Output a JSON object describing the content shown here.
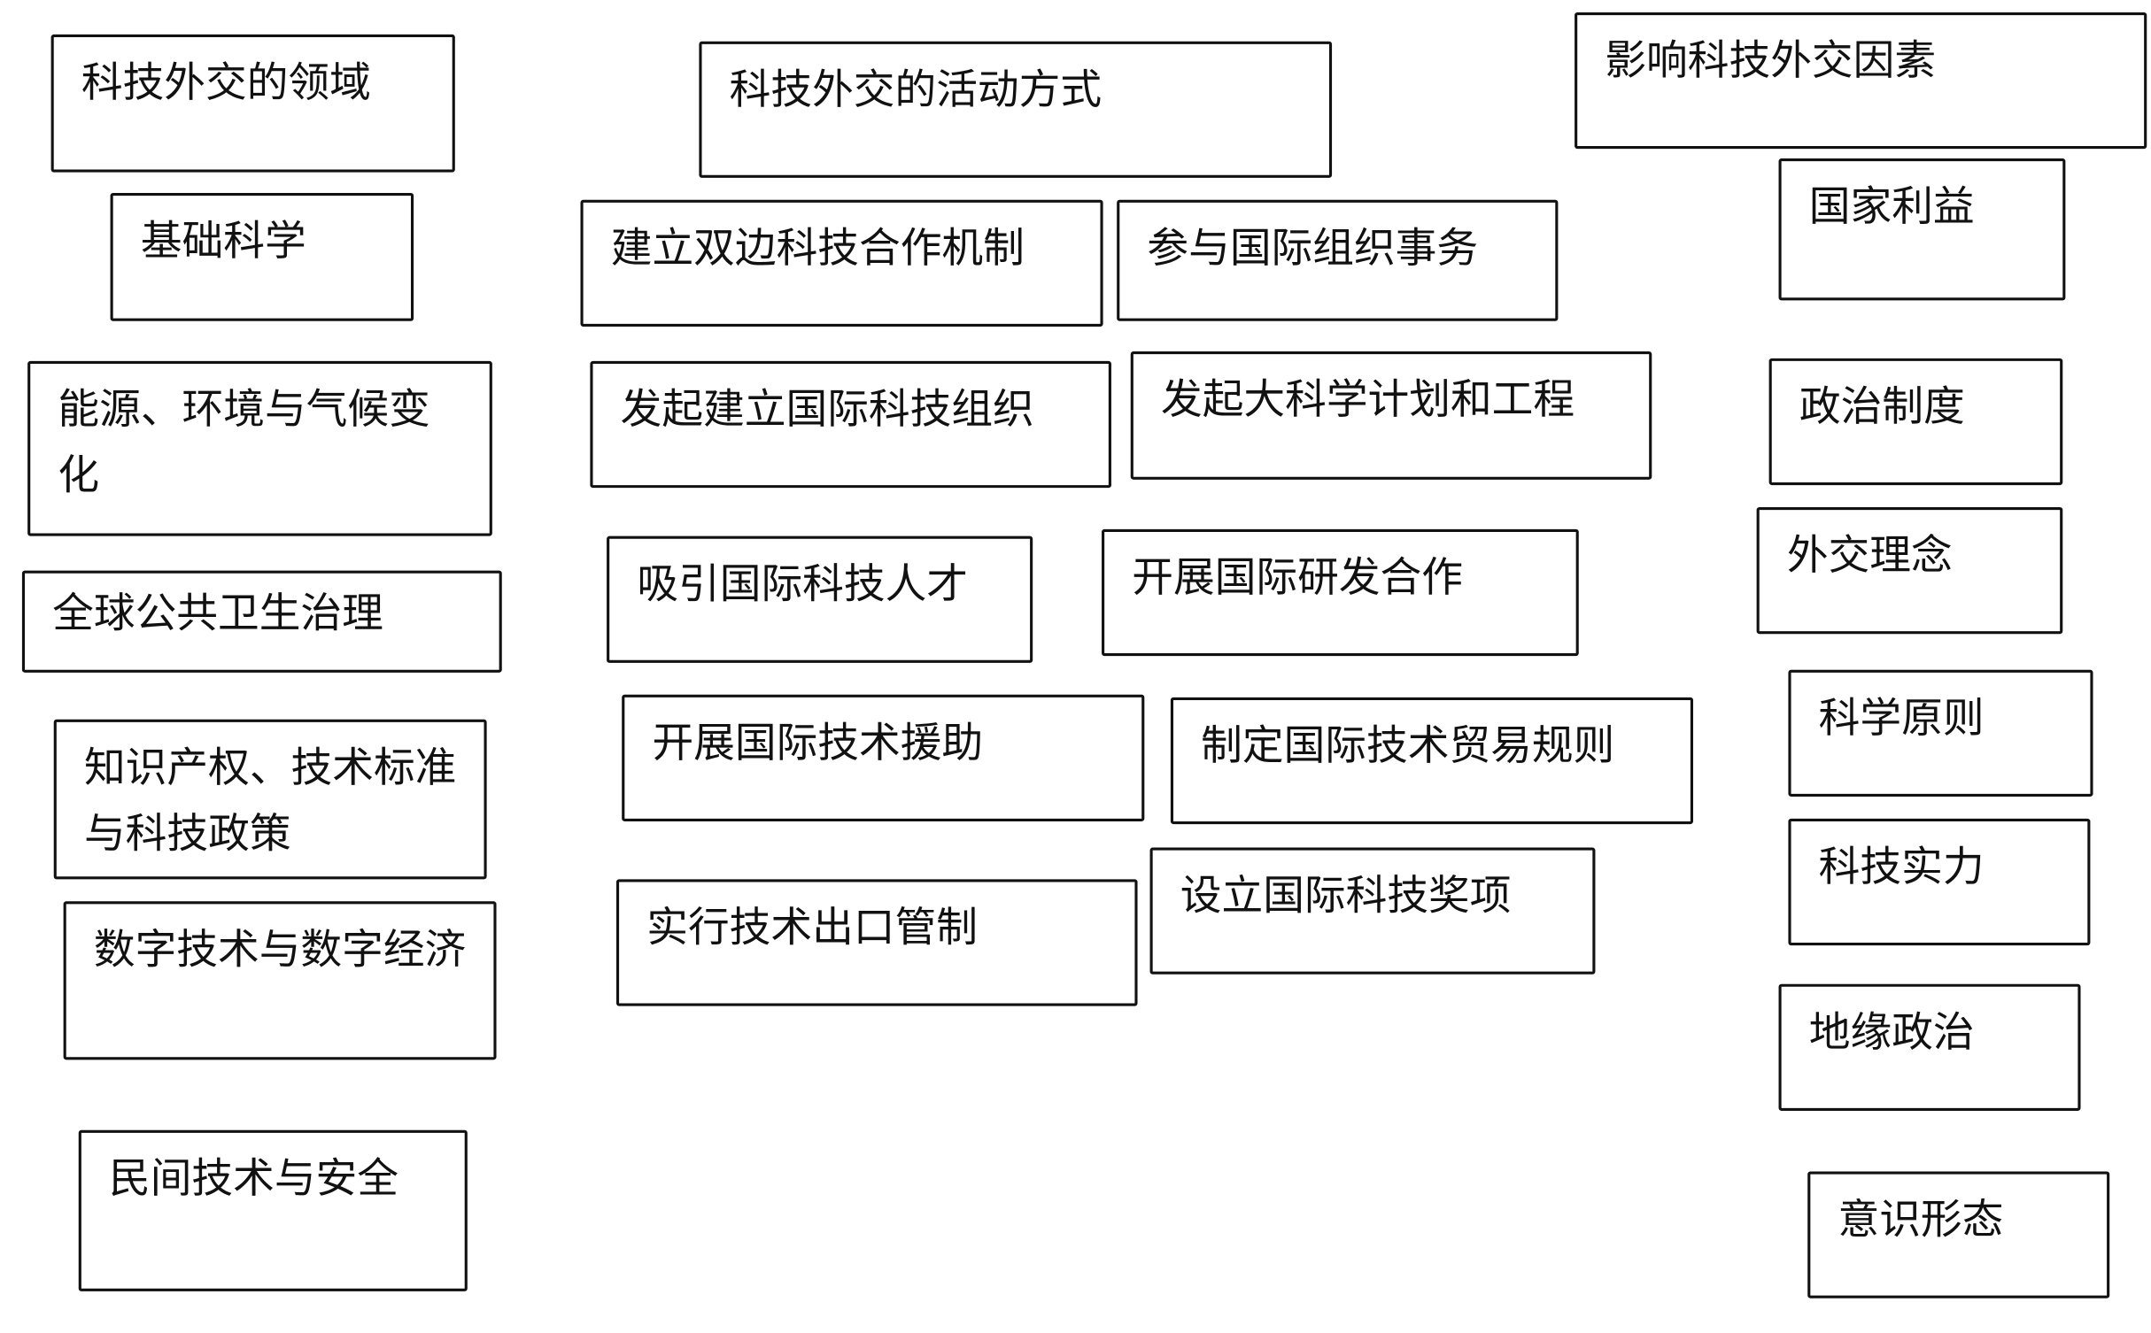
{
  "columns": {
    "fields": {
      "header": "科技外交的领域",
      "items": [
        "基础科学",
        "能源、环境与气候变化",
        "全球公共卫生治理",
        "知识产权、技术标准与科技政策",
        "数字技术与数字经济",
        "民间技术与安全"
      ]
    },
    "activities": {
      "header": "科技外交的活动方式",
      "items": [
        "建立双边科技合作机制",
        "参与国际组织事务",
        "发起建立国际科技组织",
        "发起大科学计划和工程",
        "吸引国际科技人才",
        "开展国际研发合作",
        "开展国际技术援助",
        "制定国际技术贸易规则",
        "实行技术出口管制",
        "设立国际科技奖项"
      ]
    },
    "factors": {
      "header": "影响科技外交因素",
      "items": [
        "国家利益",
        "政治制度",
        "外交理念",
        "科学原则",
        "科技实力",
        "地缘政治",
        "意识形态"
      ]
    }
  }
}
